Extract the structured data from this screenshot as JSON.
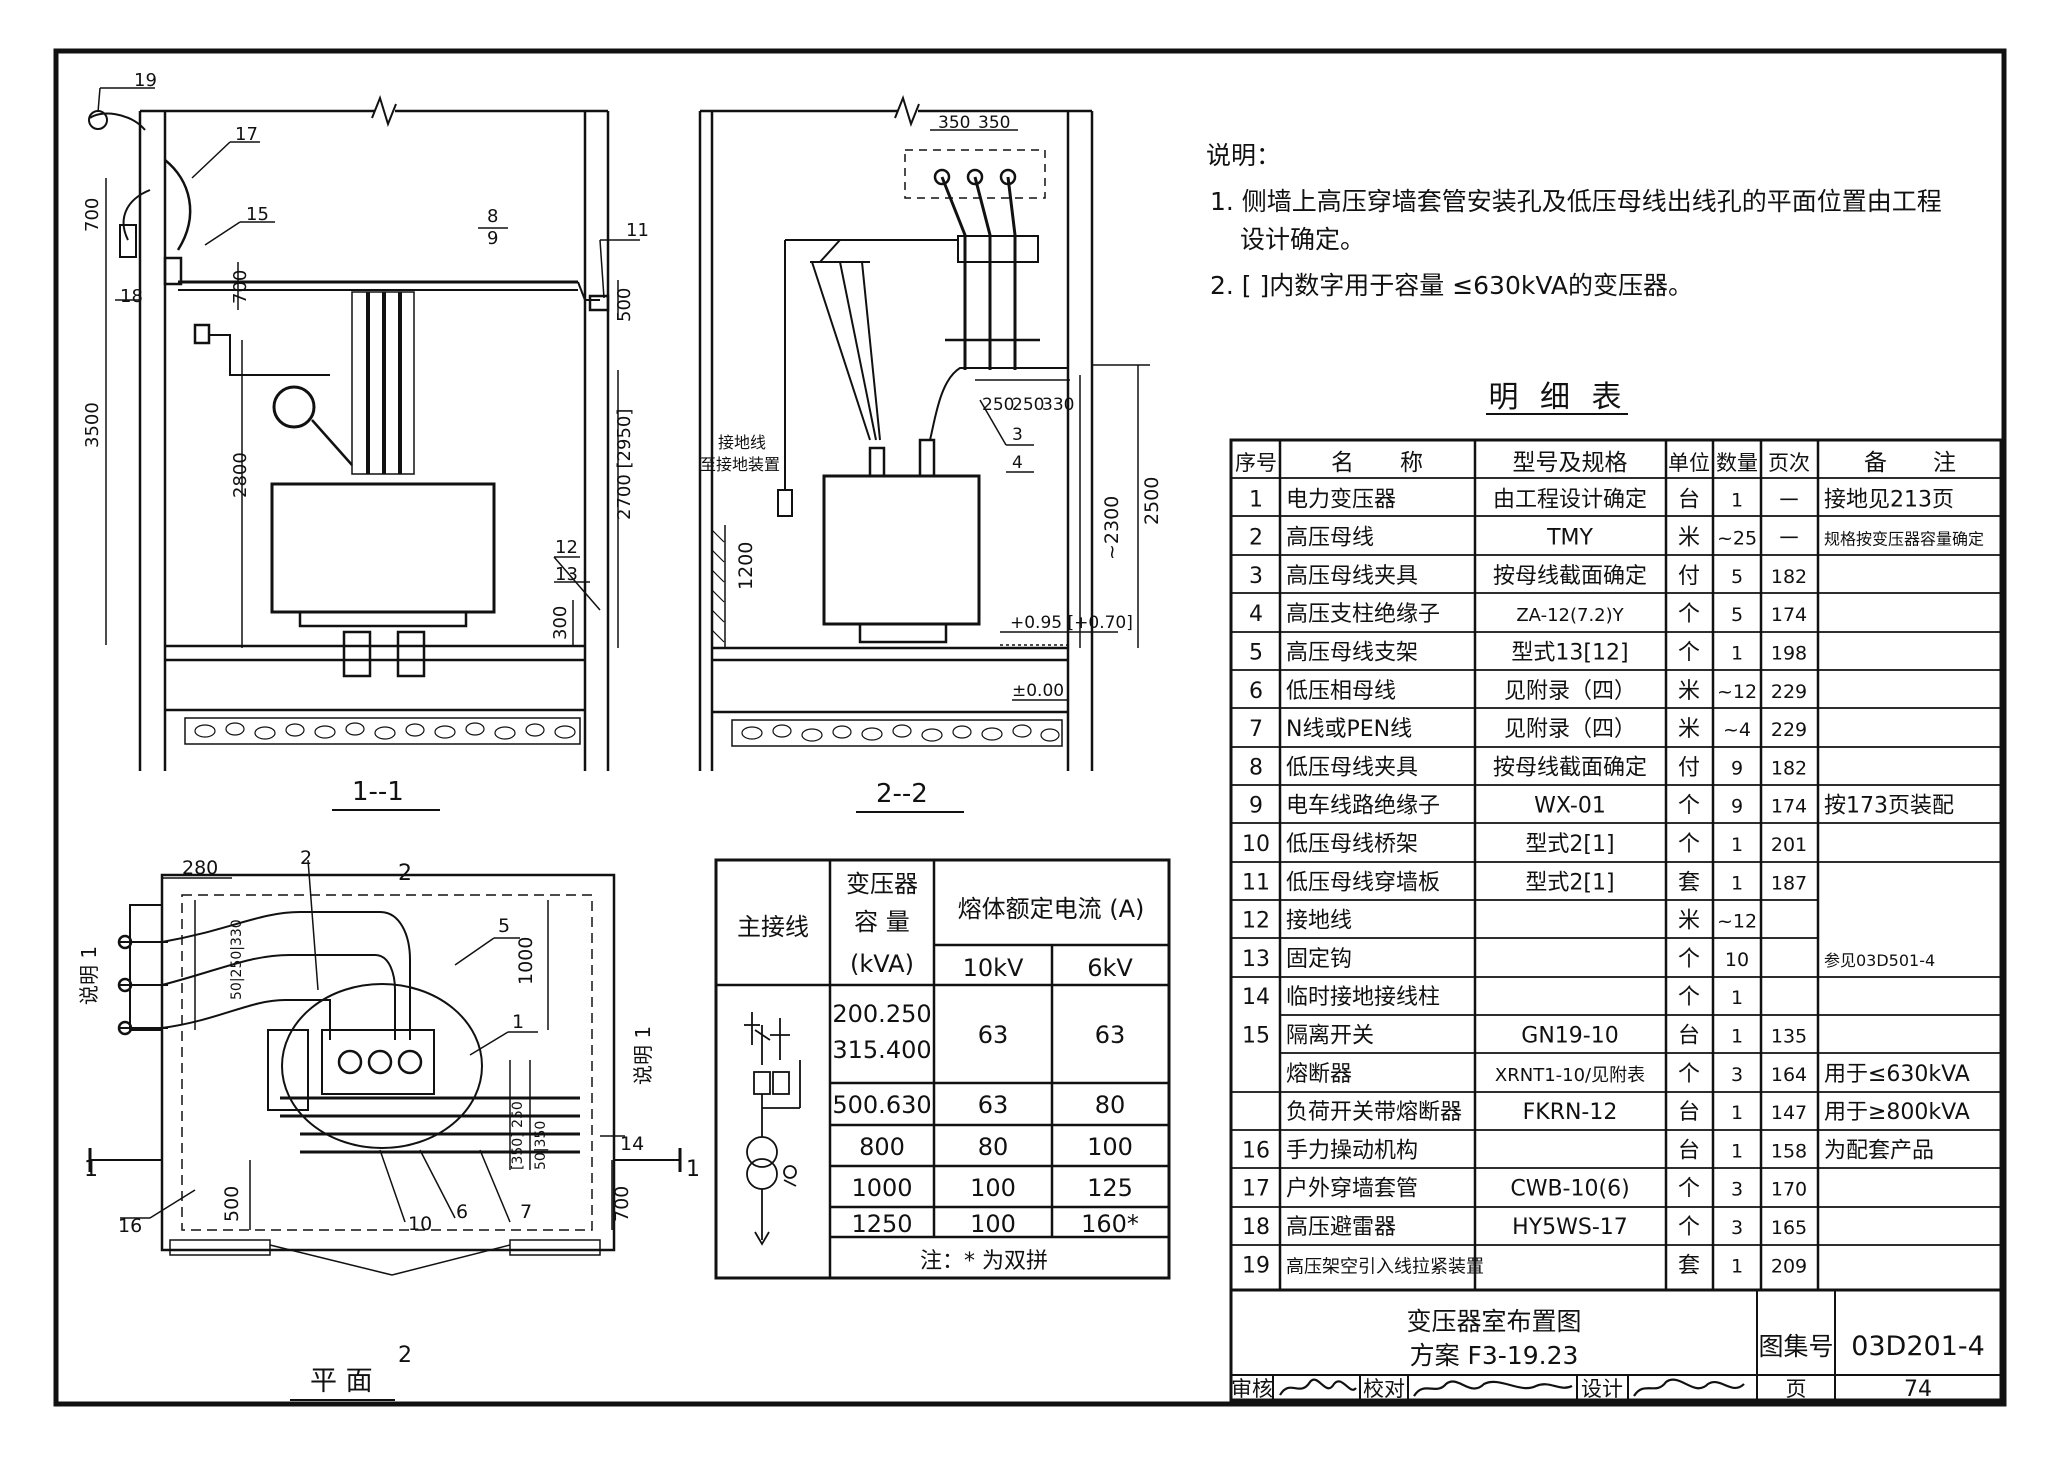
{
  "notes": {
    "heading": "说明：",
    "line1": "1. 侧墙上高压穿墙套管安装孔及低压母线出线孔的平面位置由工程",
    "line1_cont": "设计确定。",
    "line2": "2. [ ]内数字用于容量 ≤630kVA的变压器。"
  },
  "views": {
    "section1": "1--1",
    "section2": "2--2",
    "plan": "平  面"
  },
  "section1_labels": {
    "callouts": [
      "19",
      "17",
      "15",
      "8",
      "9",
      "11",
      "18",
      "12",
      "13"
    ],
    "dims": [
      "700",
      "700",
      "500",
      "3500",
      "2800",
      "2700 [2950]",
      "300"
    ]
  },
  "section2_labels": {
    "dims": [
      "350",
      "350",
      "250",
      "250",
      "330",
      "1200",
      "~2300",
      "2500",
      "+0.95 [+0.70]",
      "±0.00"
    ],
    "callouts": [
      "3",
      "4"
    ],
    "ground_label1": "接地线",
    "ground_label2": "至接地装置"
  },
  "plan_labels": {
    "dims": [
      "280",
      "1000",
      "500",
      "700",
      "50|250|330",
      "[350] 250",
      "50|350"
    ],
    "callouts": [
      "2",
      "5",
      "1",
      "14",
      "16",
      "10",
      "6",
      "7"
    ],
    "section_marks": [
      "2",
      "2",
      "1",
      "1"
    ],
    "side_note_left": "说明 1",
    "side_note_right": "说明 1"
  },
  "fuse_table": {
    "headers": {
      "main_wiring": "主接线",
      "capacity": "变压器 容 量 (kVA)",
      "capacity_l1": "变压器",
      "capacity_l2": "容  量",
      "capacity_l3": "(kVA)",
      "fuse_current": "熔体额定电流 (A)",
      "kv10": "10kV",
      "kv6": "6kV"
    },
    "rows": [
      {
        "capacity": "200.250 315.400",
        "cap_l1": "200.250",
        "cap_l2": "315.400",
        "kv10": "63",
        "kv6": "63"
      },
      {
        "capacity": "500.630",
        "kv10": "63",
        "kv6": "80"
      },
      {
        "capacity": "800",
        "kv10": "80",
        "kv6": "100"
      },
      {
        "capacity": "1000",
        "kv10": "100",
        "kv6": "125"
      },
      {
        "capacity": "1250",
        "kv10": "100",
        "kv6": "160*"
      }
    ],
    "note": "注：* 为双拼"
  },
  "detail_table": {
    "title": "明 细 表",
    "headers": [
      "序号",
      "名　　称",
      "型号及规格",
      "单位",
      "数量",
      "页次",
      "备　　注"
    ],
    "rows": [
      {
        "no": "1",
        "name": "电力变压器",
        "spec": "由工程设计确定",
        "unit": "台",
        "qty": "1",
        "page": "一",
        "note": "接地见213页"
      },
      {
        "no": "2",
        "name": "高压母线",
        "spec": "TMY",
        "unit": "米",
        "qty": "~25",
        "page": "一",
        "note": "规格按变压器容量确定"
      },
      {
        "no": "3",
        "name": "高压母线夹具",
        "spec": "按母线截面确定",
        "unit": "付",
        "qty": "5",
        "page": "182",
        "note": ""
      },
      {
        "no": "4",
        "name": "高压支柱绝缘子",
        "spec": "ZA-12(7.2)Y",
        "unit": "个",
        "qty": "5",
        "page": "174",
        "note": ""
      },
      {
        "no": "5",
        "name": "高压母线支架",
        "spec": "型式13[12]",
        "unit": "个",
        "qty": "1",
        "page": "198",
        "note": ""
      },
      {
        "no": "6",
        "name": "低压相母线",
        "spec": "见附录（四）",
        "unit": "米",
        "qty": "~12",
        "page": "229",
        "note": ""
      },
      {
        "no": "7",
        "name": "N线或PEN线",
        "spec": "见附录（四）",
        "unit": "米",
        "qty": "~4",
        "page": "229",
        "note": ""
      },
      {
        "no": "8",
        "name": "低压母线夹具",
        "spec": "按母线截面确定",
        "unit": "付",
        "qty": "9",
        "page": "182",
        "note": ""
      },
      {
        "no": "9",
        "name": "电车线路绝缘子",
        "spec": "WX-01",
        "unit": "个",
        "qty": "9",
        "page": "174",
        "note": "按173页装配"
      },
      {
        "no": "10",
        "name": "低压母线桥架",
        "spec": "型式2[1]",
        "unit": "个",
        "qty": "1",
        "page": "201",
        "note": ""
      },
      {
        "no": "11",
        "name": "低压母线穿墙板",
        "spec": "型式2[1]",
        "unit": "套",
        "qty": "1",
        "page": "187",
        "note": ""
      },
      {
        "no": "12",
        "name": "接地线",
        "spec": "",
        "unit": "米",
        "qty": "~12",
        "page": "",
        "note": ""
      },
      {
        "no": "13",
        "name": "固定钩",
        "spec": "",
        "unit": "个",
        "qty": "10",
        "page": "",
        "note": "参见03D501-4"
      },
      {
        "no": "14",
        "name": "临时接地接线柱",
        "spec": "",
        "unit": "个",
        "qty": "1",
        "page": "",
        "note": ""
      },
      {
        "no": "15",
        "name": "隔离开关",
        "spec": "GN19-10",
        "unit": "台",
        "qty": "1",
        "page": "135",
        "note": ""
      },
      {
        "no": "",
        "name": "熔断器",
        "spec": "XRNT1-10/见附表",
        "unit": "个",
        "qty": "3",
        "page": "164",
        "note": "用于≤630kVA"
      },
      {
        "no": "",
        "name": "负荷开关带熔断器",
        "spec": "FKRN-12",
        "unit": "台",
        "qty": "1",
        "page": "147",
        "note": "用于≥800kVA"
      },
      {
        "no": "16",
        "name": "手力操动机构",
        "spec": "",
        "unit": "台",
        "qty": "1",
        "page": "158",
        "note": "为配套产品"
      },
      {
        "no": "17",
        "name": "户外穿墙套管",
        "spec": "CWB-10(6)",
        "unit": "个",
        "qty": "3",
        "page": "170",
        "note": ""
      },
      {
        "no": "18",
        "name": "高压避雷器",
        "spec": "HY5WS-17",
        "unit": "个",
        "qty": "3",
        "page": "165",
        "note": ""
      },
      {
        "no": "19",
        "name": "高压架空引入线拉紧装置",
        "spec": "",
        "unit": "套",
        "qty": "1",
        "page": "209",
        "note": ""
      }
    ]
  },
  "title_block": {
    "title_line1": "变压器室布置图",
    "title_line2": "方案 F3-19.23",
    "atlas_label": "图集号",
    "atlas_no": "03D201-4",
    "review_label": "审核",
    "check_label": "校对",
    "design_label": "设计",
    "page_label": "页",
    "page_no": "74"
  }
}
